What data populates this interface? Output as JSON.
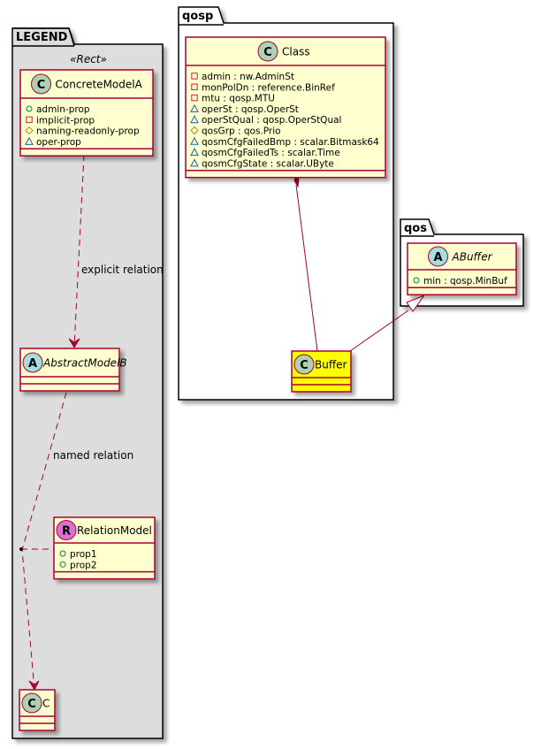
{
  "packages": {
    "legend": {
      "name": "LEGEND",
      "stereotype": "«Rect»",
      "background": "#DDDDDD"
    },
    "qosp": {
      "name": "qosp",
      "background": "#FFFFFF"
    },
    "qos": {
      "name": "qos",
      "background": "#FFFFFF"
    }
  },
  "colors": {
    "class_fill": "#FEFECE",
    "class_border": "#A80036",
    "highlight_fill": "#FFFF00",
    "spot_class": "#ADD1B2",
    "spot_abstract": "#A9DCDF",
    "spot_relation": "#DA70D6",
    "vis_public": "#038048",
    "vis_private": "#C82930",
    "vis_protected": "#B38D22",
    "vis_package": "#1963A0",
    "edge": "#A80036"
  },
  "classes": {
    "concrete_model_a": {
      "name": "ConcreteModelA",
      "spot": "C",
      "attributes": [
        {
          "vis": "public",
          "text": "admin-prop"
        },
        {
          "vis": "private",
          "text": "implicit-prop"
        },
        {
          "vis": "protected",
          "text": "naming-readonly-prop"
        },
        {
          "vis": "package",
          "text": "oper-prop"
        }
      ]
    },
    "abstract_model_b": {
      "name": "AbstractModelB",
      "spot": "A",
      "attributes": []
    },
    "relation_model": {
      "name": "RelationModel",
      "spot": "R",
      "attributes": [
        {
          "vis": "public",
          "text": "prop1"
        },
        {
          "vis": "public",
          "text": "prop2"
        }
      ]
    },
    "c": {
      "name": "C",
      "spot": "C",
      "attributes": []
    },
    "class": {
      "name": "Class",
      "spot": "C",
      "attributes": [
        {
          "vis": "private",
          "text": "admin : nw.AdminSt"
        },
        {
          "vis": "private",
          "text": "monPolDn : reference.BinRef"
        },
        {
          "vis": "private",
          "text": "mtu : qosp.MTU"
        },
        {
          "vis": "package",
          "text": "operSt : qosp.OperSt"
        },
        {
          "vis": "package",
          "text": "operStQual : qosp.OperStQual"
        },
        {
          "vis": "protected",
          "text": "qosGrp : qos.Prio"
        },
        {
          "vis": "package",
          "text": "qosmCfgFailedBmp : scalar.Bitmask64"
        },
        {
          "vis": "package",
          "text": "qosmCfgFailedTs : scalar.Time"
        },
        {
          "vis": "package",
          "text": "qosmCfgState : scalar.UByte"
        }
      ]
    },
    "buffer": {
      "name": "Buffer",
      "spot": "C",
      "attributes": []
    },
    "abuffer": {
      "name": "ABuffer",
      "spot": "A",
      "attributes": [
        {
          "vis": "public",
          "text": "min : qosp.MinBuf"
        }
      ]
    }
  },
  "relations": {
    "explicit": {
      "label": "explicit relation"
    },
    "named": {
      "label": "named relation"
    }
  }
}
